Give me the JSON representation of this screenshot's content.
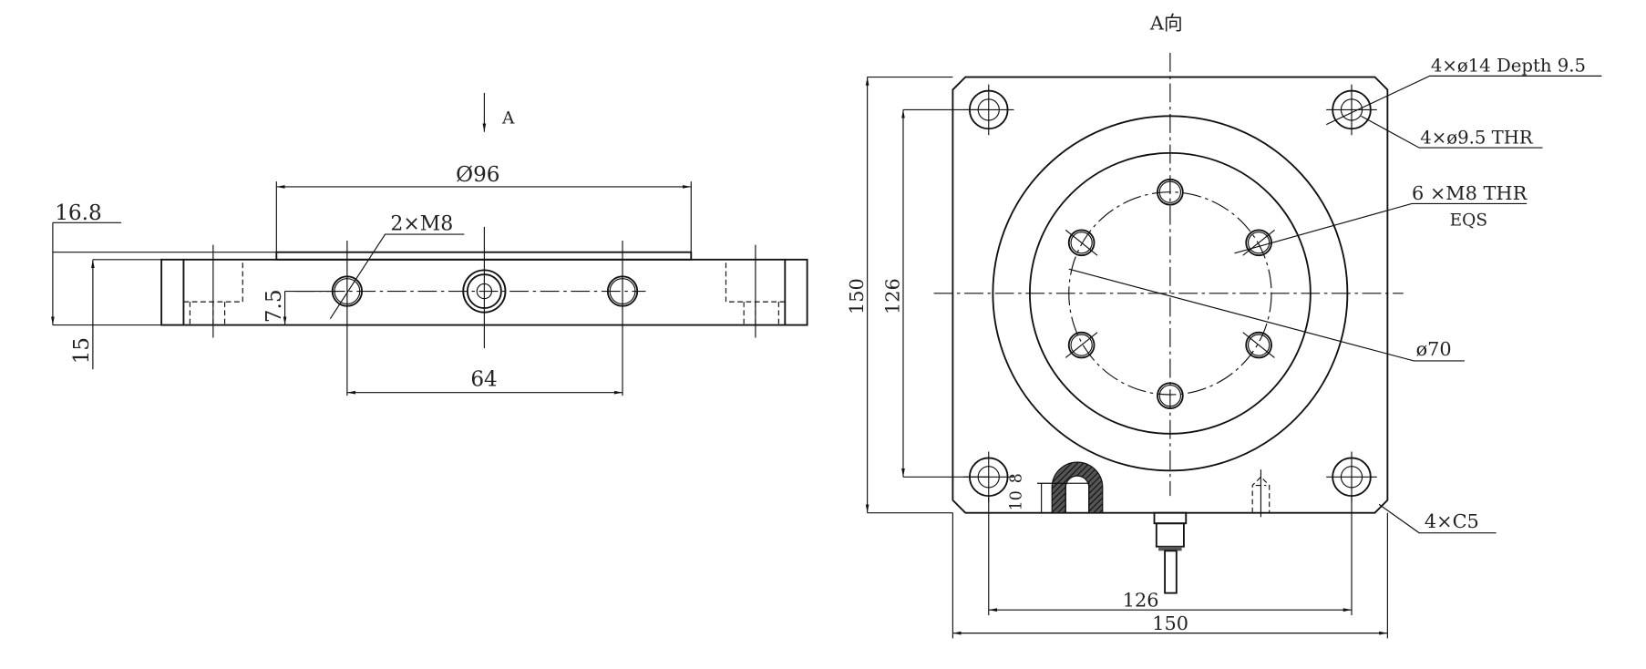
{
  "title": "A向",
  "side_view": {
    "view_arrow": "A",
    "dims": {
      "flange_diameter": "Ø96",
      "hole_spacing": "64",
      "total_height": "16.8",
      "plate_height": "15",
      "hole_center_height": "7.5",
      "thread_callout": "2×M8"
    }
  },
  "top_view": {
    "callouts": {
      "counterbore": "4×ø14 Depth 9.5",
      "through_hole": "4×ø9.5 THR",
      "threaded_holes": "6 ×M8 THR",
      "threaded_holes_note": "EQS",
      "pcd": "ø70",
      "chamfer": "4×C5"
    },
    "dims": {
      "height_outer": "150",
      "height_inner": "126",
      "width_inner": "126",
      "width_outer": "150",
      "slot_a": "10",
      "slot_b": "8"
    }
  }
}
